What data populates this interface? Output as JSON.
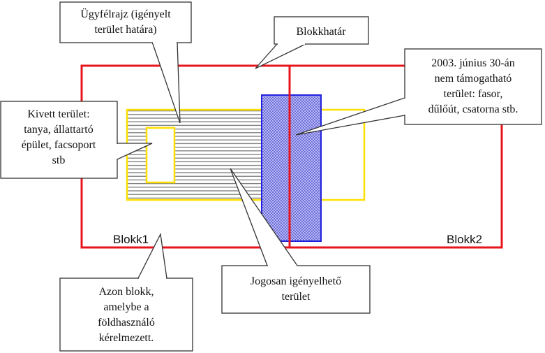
{
  "callouts": {
    "client_sketch": [
      "Ügyfélrajz  (igényelt",
      "terület határa)"
    ],
    "block_boundary": [
      "Blokkhatár"
    ],
    "unsupported": [
      "2003. június 30-án",
      "nem támogatható",
      "terület: fasor,",
      "dűlőút, csatorna stb."
    ],
    "excluded": [
      "Kivett terület:",
      "tanya, állattartó",
      "épület, facsoport",
      "stb"
    ],
    "eligible": [
      "Jogosan igényelhető",
      "terület"
    ],
    "block_applied": [
      "Azon blokk,",
      "amelybe a",
      "földhasználó",
      "kérelmezett."
    ]
  },
  "block_labels": {
    "block1": "Blokk1",
    "block2": "Blokk2"
  },
  "colors": {
    "block_border": "#e8141c",
    "claimed_border": "#ffe000",
    "unsupported_border": "#2222dd",
    "unsupported_fill": "#9999ee",
    "hatch": "#7a7a7a",
    "callout_border": "#333333",
    "excluded_fill": "#ffffff"
  }
}
